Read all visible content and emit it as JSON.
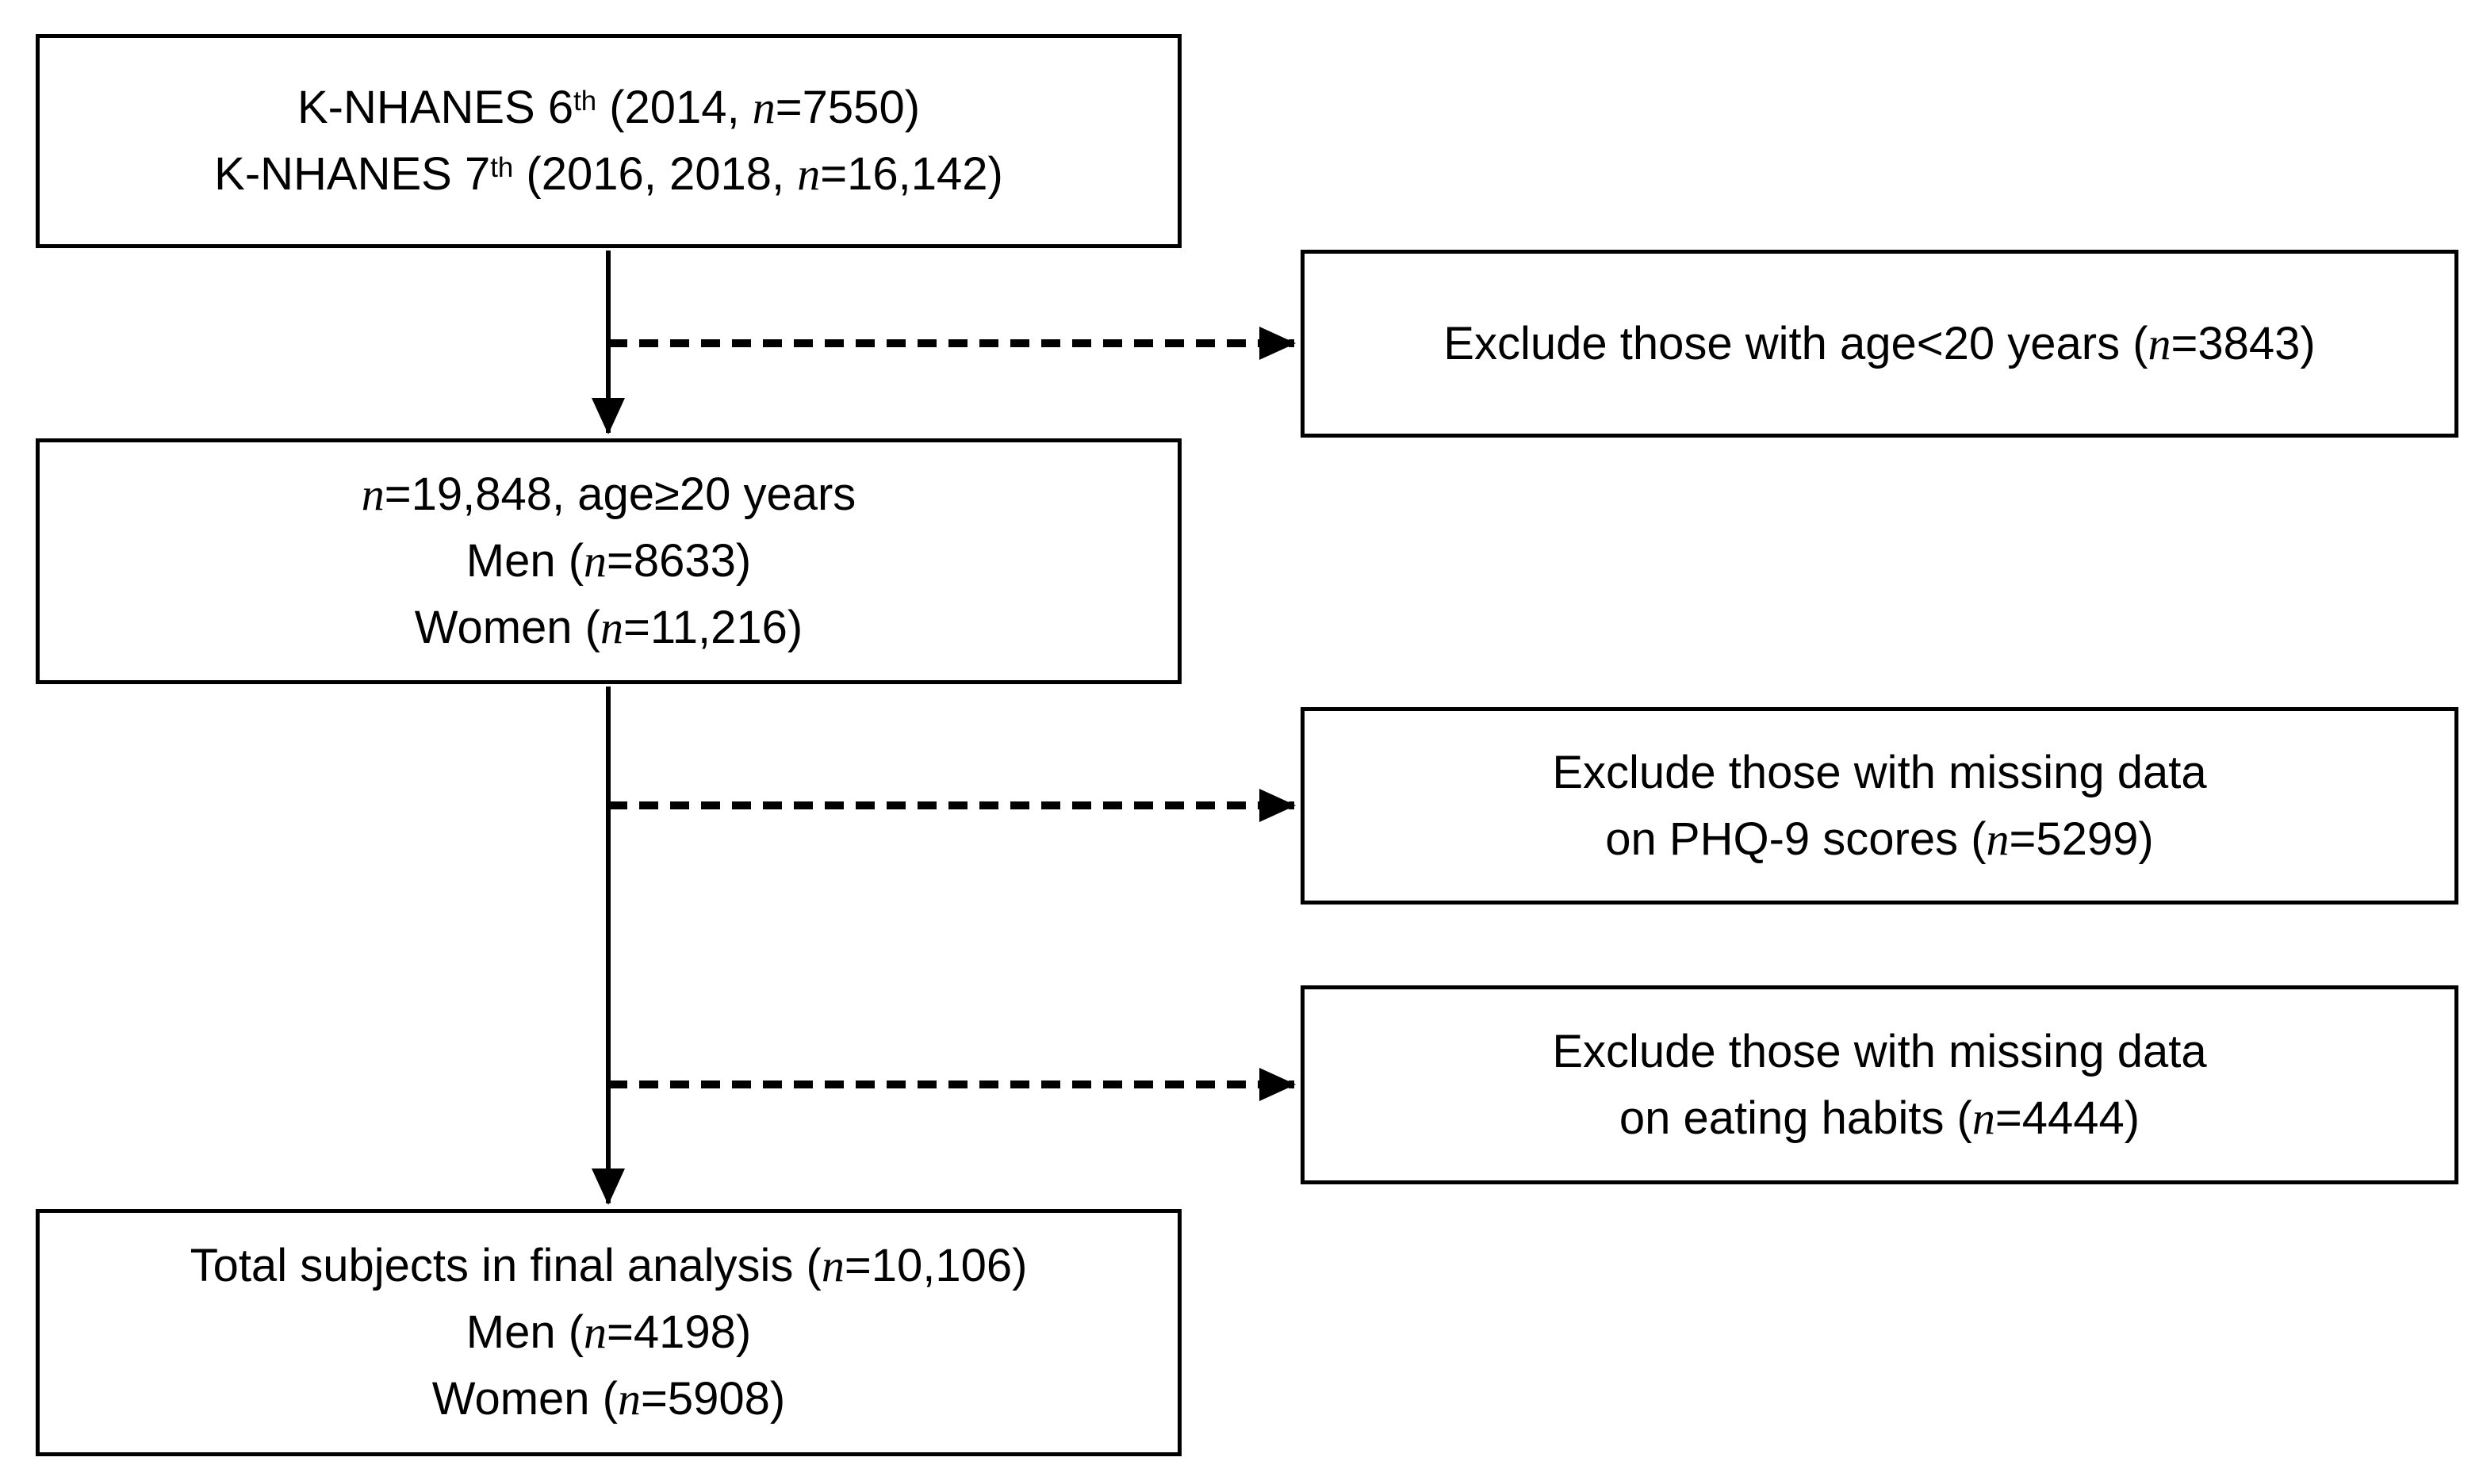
{
  "colors": {
    "background": "#ffffff",
    "box_border": "#000000",
    "text": "#000000",
    "arrow": "#000000"
  },
  "diagram": {
    "source_box": {
      "lines": [
        [
          {
            "t": "K-NHANES 6"
          },
          {
            "t": "th",
            "s": "sup"
          },
          {
            "t": " (2014, "
          },
          {
            "t": "n",
            "s": "i"
          },
          {
            "t": "=7550)"
          }
        ],
        [
          {
            "t": "K-NHANES 7"
          },
          {
            "t": "th",
            "s": "sup"
          },
          {
            "t": " (2016, 2018, "
          },
          {
            "t": "n",
            "s": "i"
          },
          {
            "t": "=16,142)"
          }
        ]
      ]
    },
    "exclude_age_box": {
      "lines": [
        [
          {
            "t": "Exclude those with age<20 years ("
          },
          {
            "t": "n",
            "s": "i"
          },
          {
            "t": "=3843)"
          }
        ]
      ]
    },
    "adults_box": {
      "lines": [
        [
          {
            "t": "n",
            "s": "i"
          },
          {
            "t": "=19,848, age≥20 years"
          }
        ],
        [
          {
            "t": "Men ("
          },
          {
            "t": "n",
            "s": "i"
          },
          {
            "t": "=8633)"
          }
        ],
        [
          {
            "t": "Women ("
          },
          {
            "t": "n",
            "s": "i"
          },
          {
            "t": "=11,216)"
          }
        ]
      ]
    },
    "exclude_phq9_box": {
      "lines": [
        [
          {
            "t": "Exclude those with missing data"
          }
        ],
        [
          {
            "t": "on PHQ-9 scores ("
          },
          {
            "t": "n",
            "s": "i"
          },
          {
            "t": "=5299)"
          }
        ]
      ]
    },
    "exclude_eating_box": {
      "lines": [
        [
          {
            "t": "Exclude those with missing data"
          }
        ],
        [
          {
            "t": "on eating habits ("
          },
          {
            "t": "n",
            "s": "i"
          },
          {
            "t": "=4444)"
          }
        ]
      ]
    },
    "final_box": {
      "lines": [
        [
          {
            "t": "Total subjects in final analysis ("
          },
          {
            "t": "n",
            "s": "i"
          },
          {
            "t": "=10,106)"
          }
        ],
        [
          {
            "t": "Men ("
          },
          {
            "t": "n",
            "s": "i"
          },
          {
            "t": "=4198)"
          }
        ],
        [
          {
            "t": "Women ("
          },
          {
            "t": "n",
            "s": "i"
          },
          {
            "t": "=5908)"
          }
        ]
      ]
    }
  }
}
